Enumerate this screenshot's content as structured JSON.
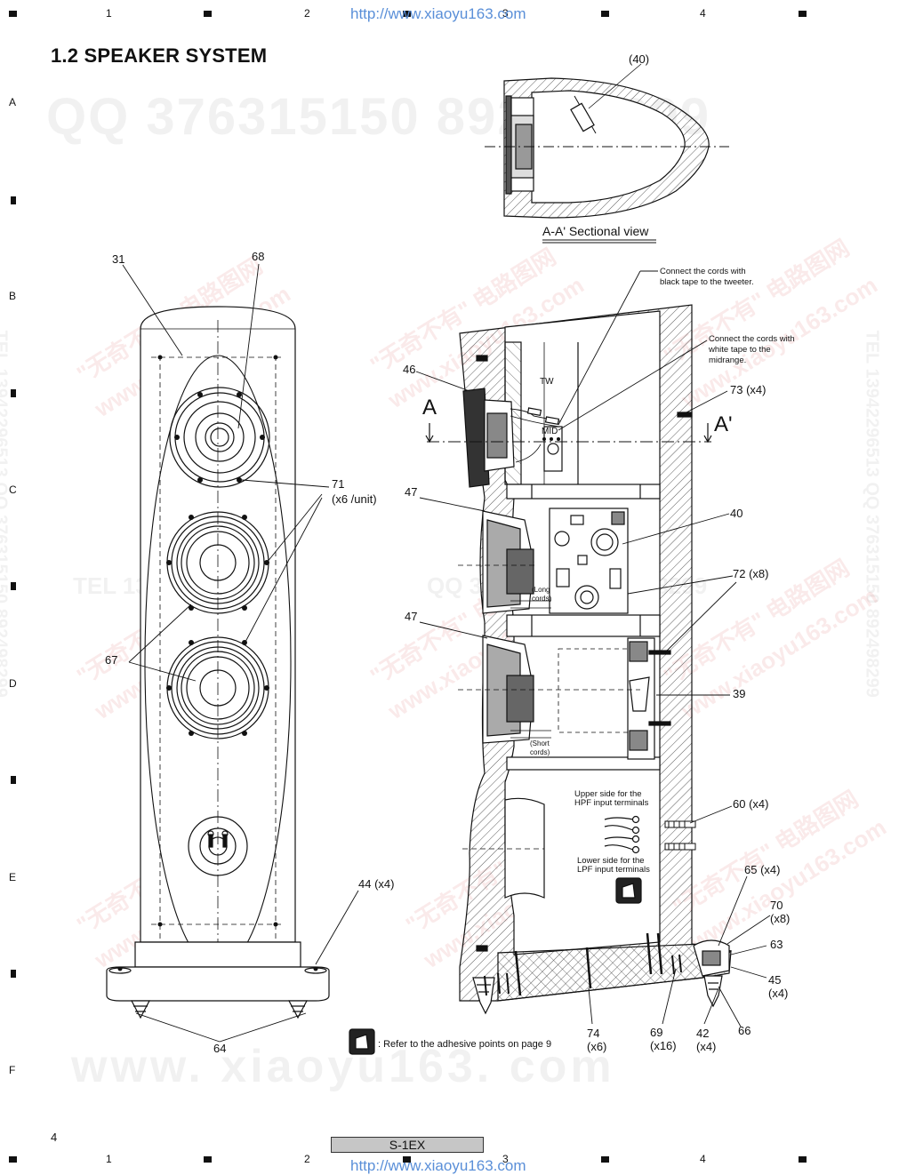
{
  "page": {
    "title": "1.2 SPEAKER SYSTEM",
    "page_number": "4",
    "model": "S-1EX",
    "url": "http://www.xiaoyu163.com",
    "col_numbers": [
      "1",
      "2",
      "3",
      "4"
    ],
    "row_letters": [
      "A",
      "B",
      "C",
      "D",
      "E",
      "F"
    ]
  },
  "watermarks": {
    "qq_top": "QQ 376315150 892498299",
    "tel_mid": "TEL 13942296513",
    "qq_mid": "QQ 376315150 892498299",
    "www_bottom": "www. xiaoyu163. com",
    "side_right": "TEL 13942296513  QQ 376315150 892498299",
    "side_left": "TEL 13942296513  QQ 376315150 892498299",
    "red_cn": "\"无奇不有\" 电路图网",
    "red_www": "www.xiaoyu163.com"
  },
  "section": {
    "callout_top": "(40)",
    "caption": "A-A' Sectional view"
  },
  "front_view": {
    "callouts": {
      "c31": "31",
      "c68": "68",
      "c71a": "71",
      "c71b": "(x6 /unit)",
      "c67": "67",
      "c44": "44 (x4)",
      "c64": "64"
    }
  },
  "side_view": {
    "notes": {
      "tweeter_1": "Connect the cords with",
      "tweeter_2": "black tape to the tweeter.",
      "mid_1": "Connect the cords with",
      "mid_2": "white tape to the",
      "mid_3": "midrange.",
      "upper_1": "Upper side for the",
      "upper_2": "HPF input terminals",
      "lower_1": "Lower side for the",
      "lower_2": "LPF input terminals",
      "long_1": "(Long",
      "long_2": "cords)",
      "short_1": "(Short",
      "short_2": "cords)",
      "tw": "TW",
      "mid": "MID",
      "section_a": "A",
      "section_a2": "A'"
    },
    "callouts": {
      "c46": "46",
      "c47a": "47",
      "c47b": "47",
      "c73": "73 (x4)",
      "c40": "40",
      "c72": "72 (x8)",
      "c39": "39",
      "c60": "60 (x4)",
      "c65": "65 (x4)",
      "c70a": "70",
      "c70b": "(x8)",
      "c63": "63",
      "c45a": "45",
      "c45b": "(x4)",
      "c66": "66",
      "c42a": "42",
      "c42b": "(x4)",
      "c69a": "69",
      "c69b": "(x16)",
      "c74a": "74",
      "c74b": "(x6)"
    },
    "legend": ": Refer to the adhesive points on page 9"
  }
}
